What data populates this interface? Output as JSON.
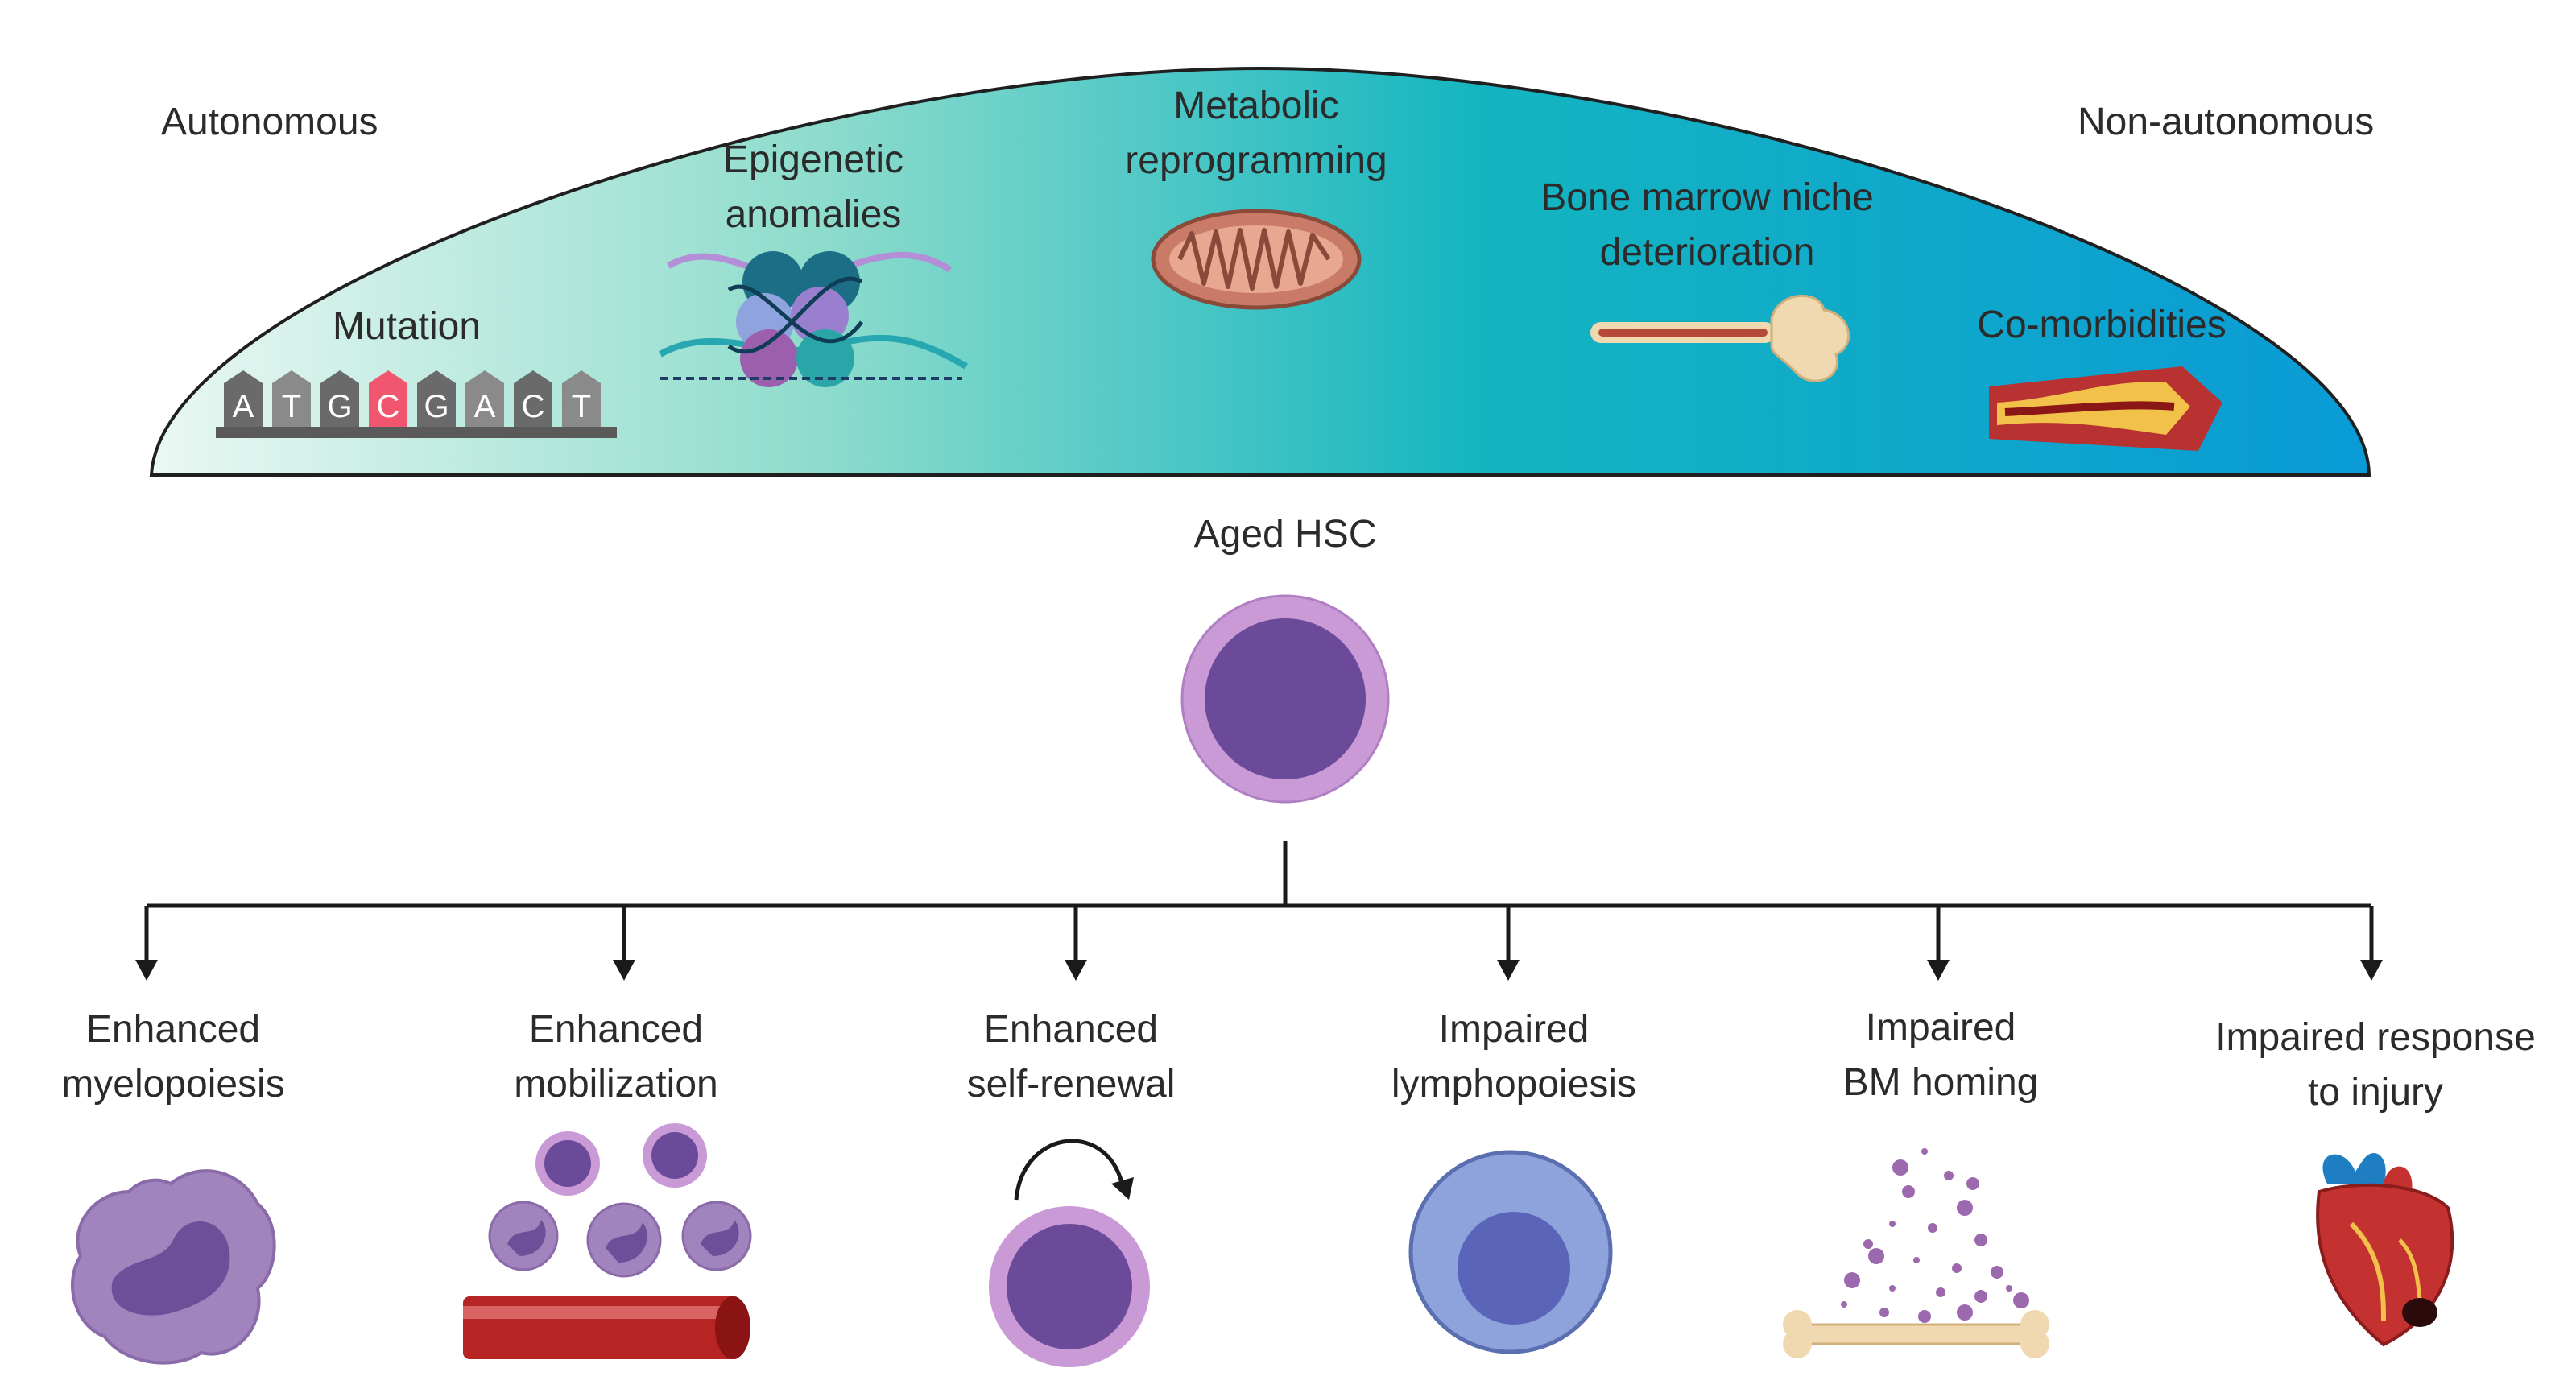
{
  "spectrum": {
    "left_label": "Autonomous",
    "right_label": "Non-autonomous",
    "gradient": [
      "#eaf8f3",
      "#8edccc",
      "#14b5c0",
      "#0a9bd6"
    ]
  },
  "factors": [
    {
      "name": "mutation",
      "lines": [
        "Mutation"
      ],
      "sequence": [
        "A",
        "T",
        "G",
        "C",
        "G",
        "A",
        "C",
        "T"
      ],
      "highlight_index": 3
    },
    {
      "name": "epigenetic",
      "lines": [
        "Epigenetic",
        "anomalies"
      ]
    },
    {
      "name": "metabolic",
      "lines": [
        "Metabolic",
        "reprogramming"
      ]
    },
    {
      "name": "niche",
      "lines": [
        "Bone marrow niche",
        "deterioration"
      ]
    },
    {
      "name": "comorbidities",
      "lines": [
        "Co-morbidities"
      ]
    }
  ],
  "center": {
    "label": "Aged HSC"
  },
  "outcomes": [
    {
      "name": "myelopoiesis",
      "lines": [
        "Enhanced",
        "myelopoiesis"
      ]
    },
    {
      "name": "mobilization",
      "lines": [
        "Enhanced",
        "mobilization"
      ]
    },
    {
      "name": "self-renewal",
      "lines": [
        "Enhanced",
        "self-renewal"
      ]
    },
    {
      "name": "lymphopoiesis",
      "lines": [
        "Impaired",
        "lymphopoiesis"
      ]
    },
    {
      "name": "bm-homing",
      "lines": [
        "Impaired",
        "BM homing"
      ]
    },
    {
      "name": "injury-response",
      "lines": [
        "Impaired response",
        "to injury"
      ]
    }
  ],
  "colors": {
    "hsc_outer": "#c99ad6",
    "hsc_inner": "#6a4a99",
    "myeloid": "#a184bd",
    "myeloid_nucleus": "#6d4f99",
    "vessel": "#b62424",
    "lymph_outer": "#8ea2dc",
    "lymph_inner": "#5a64b8",
    "bone": "#f0d9b0",
    "mutation_highlight": "#f0566e",
    "base_grey": "#6a6a6a"
  }
}
